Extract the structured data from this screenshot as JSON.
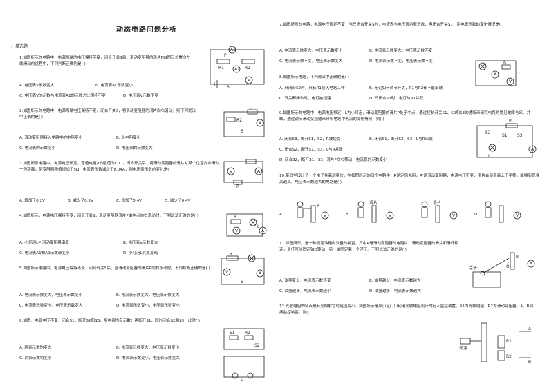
{
  "title": "动态电路问题分析",
  "section": "一、单选题",
  "questions": [
    {
      "n": "1",
      "text": "1.如图所示的电路中，电源两端的电压保持不变，闭合开关S后，滑动变阻器的滑片P由图示位置向左端滑动的过程中，下列判断正确的是(    )",
      "opts": [
        "A. 电压表V示数变大",
        "B. 电流表A1示数变小",
        "C. 电压表V的示数与电流表A2的示数之比保持不变",
        "D. 电压表V示数不变"
      ]
    },
    {
      "n": "2",
      "text": "2.如图所示的电路中，电源两端电压保持不变，闭合开关S，将滑动变阻器的滑片向右滑动，则下列说法中正确的是(    )",
      "opts": [
        "A. 滑动变阻器接入电路中的电阻变小",
        "B. 总电阻变小",
        "C. 电流表的示数变小",
        "D. 电压表的示数变大"
      ]
    },
    {
      "n": "3",
      "text": "3.如图所示电路中，电源电压恒定，定值电阻R的阻值为10Ω，闭合开关后，将滑动变阻器的滑片从某个位置向右滑动一段距离，使变阻器阻值增加了5Ω，电流表示数减少了0.04A，则电压表示数的变化是(    )",
      "opts": [
        "A. 增加了0.2V",
        "B. 减少了0.2V",
        "C. 增加了0.4V",
        "D. 减少了0.4V"
      ]
    },
    {
      "n": "4",
      "text": "4.如图所示，电源电压保持不变，闭合开关S，滑动变阻器滑片P由中点向右滑动时，下列说法正确的是(    )",
      "opts": [
        "A. 小灯泡L与滑动变阻器串联",
        "B. 电压表V示数变大",
        "C. 电流表A1和A2示数都变小",
        "D. 小灯泡L亮度变暗"
      ]
    },
    {
      "n": "5",
      "text": "5.如图所示电路中，电源电压保持不变，闭合开关S后，当滑动变阻器的滑片P向右移动时，下列判断正确的是(    )",
      "opts": [
        "A. 电流表示数变大，电压表示数变小",
        "B. 电流表示数变大，电压表示数变大",
        "C. 电流表示数变小，电压表示数变大",
        "D. 电流表示数变小，电压表示数变小"
      ]
    },
    {
      "n": "6",
      "text": "6.如图，电源电压不变，闭合S1，断开S2和S3，两电表均有示数；再断开S1，同时闭合S2和S3，此时(    )",
      "opts": [
        "A. 两表示数均变大",
        "B. 电流表示数变大，电压表示数变小",
        "C. 两表示数均变小",
        "D. 电流表示数变小，电压表示数变大"
      ]
    },
    {
      "n": "7",
      "text": "7.如图所示的电路，电源电压恒定不变，当只闭合开关S时，电流表与电压表均有示数，再闭合开关S1，两电表示数的变化情况是(    )",
      "opts": [
        "A. 电流表示数变大，电压表示数变小",
        "B. 电流表示数变大，电压表示数不变",
        "C. 电流表示数不变，电压表示数变大",
        "D. 电流表示数不变，电压表示数不变"
      ]
    },
    {
      "n": "8",
      "text": "8.如图所示电路，下列说法中正确的是(    )",
      "opts": [
        "A. 只闭合S2时，只有R1接入电路工作",
        "B. 无论如何调节开关，R1与R2都不能串联",
        "C. 开关都闭合时，电灯被短路",
        "D. 只闭合S3时，电灯与R1并联"
      ]
    },
    {
      "n": "9",
      "text": "9.如图所示的电路中，电源电压恒定，L为小灯泡，滑动变阻器的滑片P处于中点，通过控制开关S1、S2和S3的通断来研究电路的常见故障与串、并联，通过调节滑动变阻器来分析电路中电流的变化情况，则(    )",
      "opts": [
        "A. 闭合S3，断开S1、S2，R被短路",
        "B. 闭合S1，断开S2、S3，L与R串联",
        "C. 闭合S2，断开S1、S3，L与R并联",
        "D. 闭合S2，断开S1、S3，滑片P向右移动，电流表的示数变小"
      ]
    },
    {
      "n": "10",
      "text": "10.某同学设计了一个电子身高测量仪，在如图所示的四个电路中，R是定值电阻，R'是滑动变阻器，电源电压不变，滑片会随身高上下平移。能够实现身高越高，电压表示数越大的电路是(    )",
      "opts": [
        "A.",
        "B.",
        "C.",
        "D."
      ]
    },
    {
      "n": "11",
      "text": "11.如图所示，是一种测定油箱内油量的装置，其中R是滑动变阻器的电阻片，滑动变阻器的滑片和滑杆相连，滑杆可绕固定轴O转动，另一端固定着一个浮子。下列说法正确的是(    )",
      "opts": [
        "A. 油量变少，电流表示数不变",
        "B. 油量越少，电流表示数越大",
        "C. 油量越多，电流表示数越小",
        "D. 油量越多，电流表示数越大"
      ]
    },
    {
      "n": "12",
      "text": "12.光敏电阻的特点是有光照射它时阻值变小。如图所示是某小区门口利用光敏电阻设计的行人监控装置，R1为光敏电阻，R2为滑动变阻器，A、B间接监控装置。则(    )",
      "opts": []
    }
  ],
  "figure_labels": {
    "v": "V",
    "a": "A",
    "a1": "A1",
    "a2": "A2",
    "r": "R",
    "r1": "R1",
    "r2": "R2",
    "s": "S",
    "s1": "S1",
    "s2": "S2",
    "s3": "S3",
    "p": "P",
    "l": "L",
    "person_label": "滑片",
    "light": "光源",
    "source": "光源",
    "a_label": "A",
    "b_label": "B",
    "o": "O",
    "float": "浮子"
  }
}
